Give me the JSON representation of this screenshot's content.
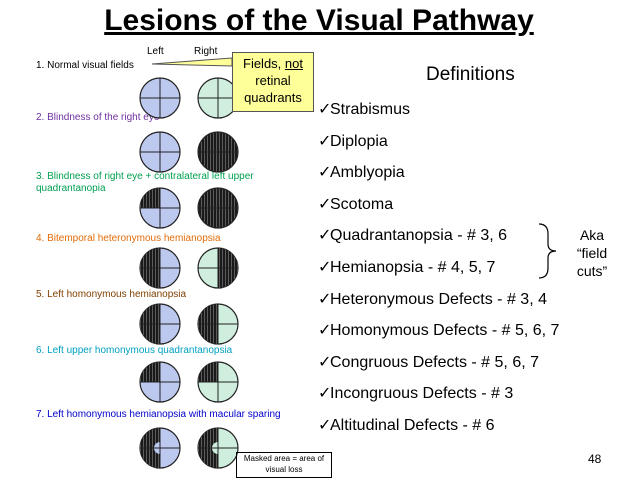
{
  "title": "Lesions of the Visual Pathway",
  "eye_labels": {
    "left": "Left",
    "right": "Right"
  },
  "callout": {
    "text_prefix": "Fields, ",
    "text_underlined": "not",
    "text_rest": "retinal quadrants"
  },
  "lesions": [
    {
      "label": "1.  Normal visual fields",
      "color": "#000000"
    },
    {
      "label": "2.  Blindness of the right eye",
      "color": "#7030a0"
    },
    {
      "label": "3.  Blindness of right eye + contralateral left upper quadrantanopia",
      "color": "#00a050"
    },
    {
      "label": "4.  Bitemporal heteronymous hemianopsia",
      "color": "#e36c09"
    },
    {
      "label": "5.  Left homonymous hemianopsia",
      "color": "#7f3f00"
    },
    {
      "label": "6.  Left upper  homonymous quadrantanopsia",
      "color": "#00a0c0"
    },
    {
      "label": "7.  Left homonymous hemianopsia with macular sparing",
      "color": "#0000cc"
    }
  ],
  "definitions_title": "Definitions",
  "definitions": [
    "Strabismus",
    "Diplopia",
    "Amblyopia",
    "Scotoma",
    "Quadrantanopsia - # 3, 6",
    "Hemianopsia - # 4, 5, 7",
    "Heteronymous Defects - # 3, 4",
    "Homonymous Defects - # 5, 6, 7",
    "Congruous Defects - # 5, 6, 7",
    "Incongruous Defects - # 3",
    "Altitudinal Defects - # 6"
  ],
  "aka_text": "Aka “field cuts”",
  "legend_note": "Masked area = area of visual loss",
  "page_number": "48",
  "colors": {
    "left_eye": "#bcc8ee",
    "right_eye": "#cfeedd",
    "mask": "#1a1a1a"
  }
}
